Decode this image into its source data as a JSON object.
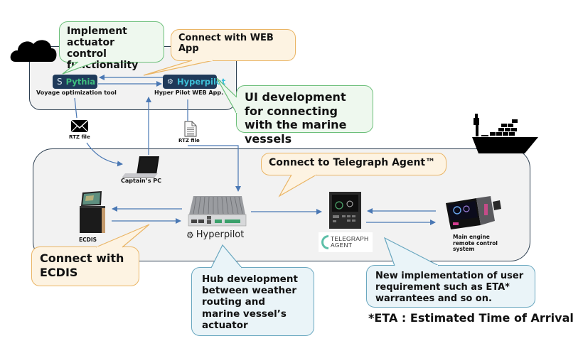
{
  "diagram": {
    "cloud_zone": {
      "pythia": {
        "glyph": "S",
        "name": "Pythia",
        "label": "Voyage optimization tool"
      },
      "hyperpilot_web": {
        "glyph": "⚙",
        "name": "Hyperpilot",
        "label": "Hyper Pilot WEB App."
      }
    },
    "files": {
      "rtz_mail_label": "RTZ file",
      "rtz_doc_label": "RTZ file"
    },
    "vessel_zone": {
      "captain_pc_label": "Captain’s  PC",
      "ecdis_label": "ECDIS",
      "hyperpilot_device": {
        "glyph": "⚙",
        "name": "Hyperpilot"
      },
      "telegraph_agent": {
        "line1": "TELEGRAPH",
        "line2": "AGENT"
      },
      "main_engine_label": "Main engine remote control system"
    },
    "callouts": {
      "actuator": "Implement actuator control functionality",
      "web_app": "Connect with WEB App",
      "ui_dev": "UI development for connecting with the marine vessels",
      "telegraph": "Connect to Telegraph Agent™",
      "ecdis": "Connect with ECDIS",
      "hub": "Hub development between weather routing and marine vessel’s actuator",
      "eta": "New implementation of user requirement such as ETA* warrantees and so on."
    },
    "footnote": "*ETA : Estimated Time of Arrival",
    "colors": {
      "arrow": "#4a78b4",
      "zone_border": "#2c3e50",
      "zone_fill": "#f2f2f2",
      "callout_green": "#6cbf7a",
      "callout_orange": "#eab565",
      "callout_blue": "#6aa8c0",
      "logo_bg": "#1f3a5a"
    }
  }
}
